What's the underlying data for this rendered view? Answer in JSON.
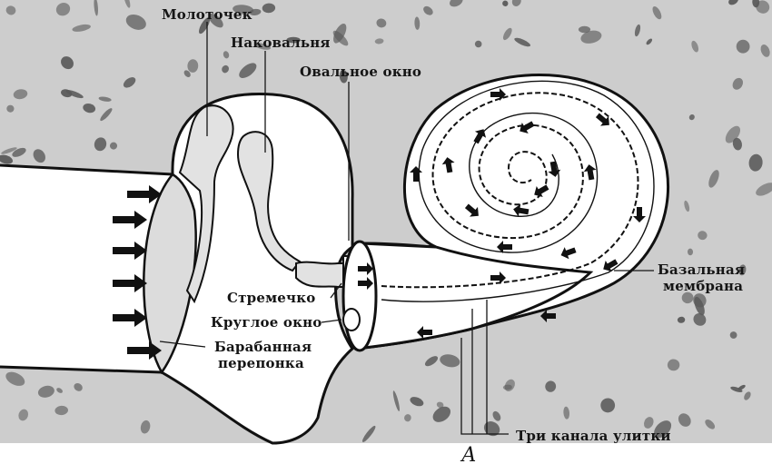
{
  "labels": {
    "malleus": "Молоточек",
    "incus": "Наковальня",
    "oval_window": "Овальное окно",
    "basilar_membrane_line1": "Базальная",
    "basilar_membrane_line2": "мембрана",
    "stapes": "Стремечко",
    "round_window": "Круглое окно",
    "tympanic_line1": "Барабанная",
    "tympanic_line2": "перепонка",
    "three_canals": "Три канала улитки"
  },
  "figure_letter": "А",
  "colors": {
    "bone": "#cfcfcf",
    "bone_spots": "#5a5a5a",
    "canal": "#ffffff",
    "ossicle_fill": "#e2e2e2",
    "outline": "#111111"
  }
}
